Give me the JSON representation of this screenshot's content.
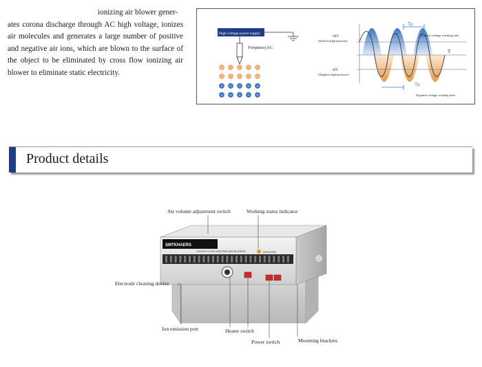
{
  "intro": {
    "line1": "ionizing air blower gener-",
    "rest": "ates corona discharge through AC high voltage, ionizes air molecules and generates a large number of positive and negative air ions, which are blown to the surface of the object to be eliminated by cross flow ionizing air blower to eliminate static electricity."
  },
  "diagram": {
    "power_supply": "High voltage power supply",
    "frequency": "FrequencyAC",
    "pos_hv": "+HV",
    "pos_hv_note": "(Positive high pressure)",
    "neg_hv": "-HV",
    "neg_hv_note": "(Negative high pressure)",
    "tp": "Tp",
    "t": "T",
    "tn": "Tn",
    "pos_time": "Positive voltage working time",
    "neg_time": "Negative voltage working time",
    "ion_pos": "+",
    "ion_neg": "−"
  },
  "section": {
    "title": "Product details"
  },
  "product": {
    "labels": {
      "air_volume": "Air volume adjustment switch",
      "status": "Working status indicator",
      "electrode": "Electrode cleaning device",
      "ion_port": "Ion emission port",
      "heater": "Heater switch",
      "power": "Power switch",
      "brackets": "Mounting brackets"
    },
    "front_text": "CROSS FLOW IONIZING AIR BLOWER",
    "brand": "SMTKHAERS",
    "model": "DKH2V300"
  }
}
